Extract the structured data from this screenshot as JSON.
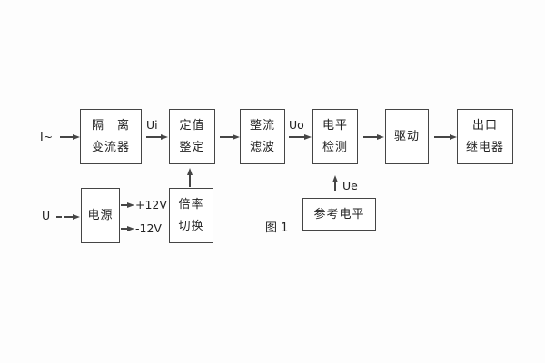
{
  "figure": {
    "caption": "图 1"
  },
  "signals": {
    "input_current": "I~",
    "input_voltage": "U",
    "ui": "Ui",
    "uo": "Uo",
    "ue": "Ue",
    "plus_12v": "+12V",
    "minus_12v": "-12V"
  },
  "blocks": {
    "isolation": {
      "line1": "隔　离",
      "line2": "变流器"
    },
    "setting": {
      "line1": "定值",
      "line2": "整定"
    },
    "rectifier": {
      "line1": "整流",
      "line2": "滤波"
    },
    "level": {
      "line1": "电平",
      "line2": "检测"
    },
    "drive": {
      "line1": "驱动"
    },
    "relay": {
      "line1": "出口",
      "line2": "继电器"
    },
    "power": {
      "line1": "电源"
    },
    "ratio": {
      "line1": "倍率",
      "line2": "切换"
    },
    "reference": {
      "line1": "参考电平"
    }
  },
  "colors": {
    "line": "#454545",
    "text": "#222222",
    "bg": "#fdfdfd"
  }
}
